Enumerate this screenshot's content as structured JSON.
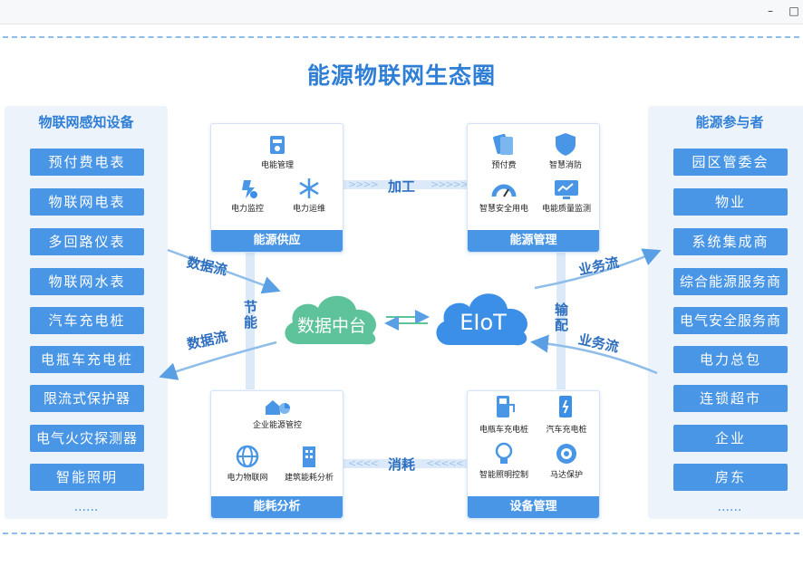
{
  "title": "能源物联网生态圈",
  "left_panel": {
    "title": "物联网感知设备",
    "items": [
      "预付费电表",
      "物联网电表",
      "多回路仪表",
      "物联网水表",
      "汽车充电桩",
      "电瓶车充电桩",
      "限流式保护器",
      "电气火灾探测器",
      "智能照明"
    ],
    "more": "......"
  },
  "right_panel": {
    "title": "能源参与者",
    "items": [
      "园区管委会",
      "物业",
      "系统集成商",
      "综合能源服务商",
      "电气安全服务商",
      "电力总包",
      "连锁超市",
      "企业",
      "房东"
    ],
    "more": "......"
  },
  "cards": {
    "supply": {
      "footer": "能源供应",
      "items": [
        "电能管理",
        "电力监控",
        "电力运维"
      ]
    },
    "management": {
      "footer": "能源管理",
      "items": [
        "预付费",
        "智慧消防",
        "智慧安全用电",
        "电能质量监测"
      ]
    },
    "analysis": {
      "footer": "能耗分析",
      "items": [
        "企业能源管控",
        "电力物联网",
        "建筑能耗分析"
      ]
    },
    "equipment": {
      "footer": "设备管理",
      "items": [
        "电瓶车充电桩",
        "汽车充电桩",
        "智能照明控制",
        "马达保护"
      ]
    }
  },
  "center": {
    "data_platform": "数据中台",
    "eiot": "EIoT"
  },
  "flows": {
    "process": "加工",
    "consume": "消耗",
    "save_energy": "节能",
    "transmit": "输配",
    "data_flow_top": "数据流",
    "data_flow_bottom": "数据流",
    "business_flow_top": "业务流",
    "business_flow_bottom": "业务流"
  },
  "colors": {
    "accent": "#4a96e6",
    "title": "#2f7fd6",
    "cloud_green": "#5ec39a",
    "cloud_blue": "#3b8fe6",
    "panel_bg": "#edf3fb"
  },
  "window_controls": {
    "minimize": "–",
    "maximize": "□"
  }
}
